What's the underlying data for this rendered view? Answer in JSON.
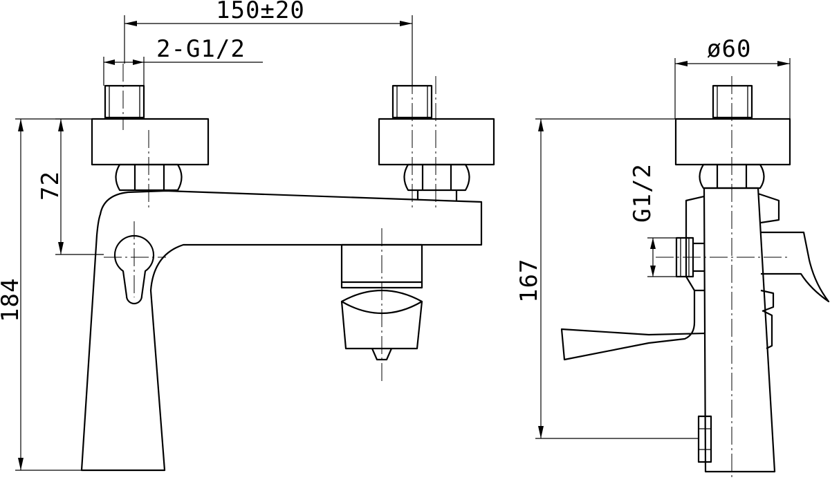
{
  "dimensions": {
    "width_between_inlets": "150±20",
    "inlet_thread": "2-G1/2",
    "diameter": "ø60",
    "height_to_axis": "72",
    "total_height": "184",
    "side_height": "167",
    "side_thread": "G1/2"
  }
}
